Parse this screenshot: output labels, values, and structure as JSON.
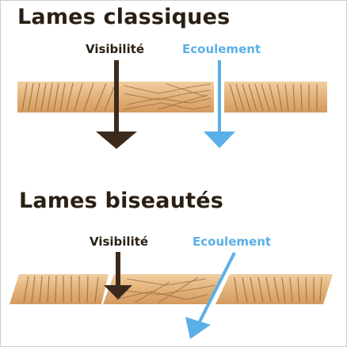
{
  "colors": {
    "title": "#2a1f14",
    "visibility_arrow": "#3b2a1c",
    "flow_arrow": "#5ab0e6",
    "wood_light": "#ecc592",
    "wood_mid": "#d9a26a",
    "grain": "#9a6a3e"
  },
  "sections": [
    {
      "title": "Lames classiques",
      "visibility_label": "Visibilité",
      "flow_label": "Ecoulement"
    },
    {
      "title": "Lames biseautés",
      "visibility_label": "Visibilité",
      "flow_label": "Ecoulement"
    }
  ]
}
